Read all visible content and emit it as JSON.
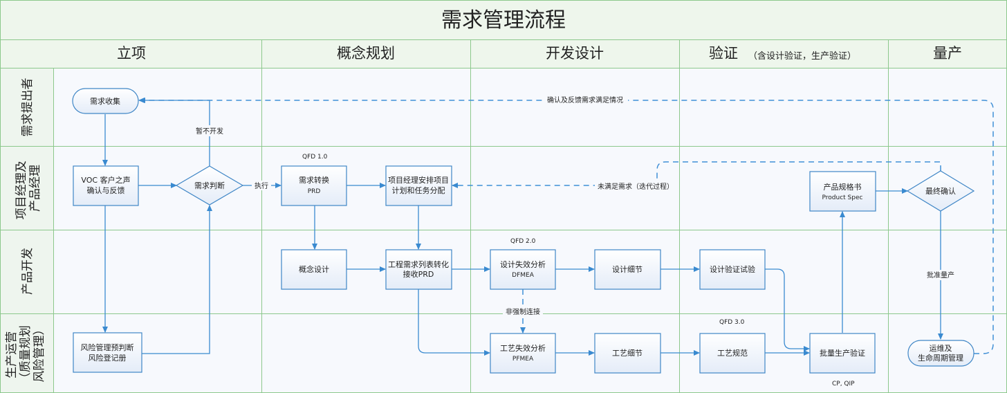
{
  "title": "需求管理流程",
  "phases": [
    "立项",
    "概念规划",
    "开发设计",
    "验证",
    "量产"
  ],
  "phase_note": "（含设计验证，生产验证）",
  "lanes": [
    [
      "需求提出者"
    ],
    [
      "项目经理及",
      "产品经理"
    ],
    [
      "产品开发"
    ],
    [
      "生产运营",
      "（质量规划",
      "风险管理）"
    ]
  ],
  "nodes": {
    "demand_collect": [
      "需求收集"
    ],
    "voc": [
      "VOC 客户之声",
      "确认与反馈"
    ],
    "demand_judge": [
      "需求判断"
    ],
    "risk_prejudge": [
      "风险管理预判断",
      "风险登记册"
    ],
    "demand_convert": [
      "需求转换",
      "PRD"
    ],
    "pm_plan": [
      "项目经理安排项目",
      "计划和任务分配"
    ],
    "concept_design": [
      "概念设计"
    ],
    "eng_req": [
      "工程需求列表转化",
      "接收PRD"
    ],
    "dfmea": [
      "设计失效分析",
      "DFMEA"
    ],
    "design_detail": [
      "设计细节"
    ],
    "design_verify": [
      "设计验证试验"
    ],
    "pfmea": [
      "工艺失效分析",
      "PFMEA"
    ],
    "process_detail": [
      "工艺细节"
    ],
    "process_spec": [
      "工艺规范"
    ],
    "mass_verify": [
      "批量生产验证"
    ],
    "product_spec": [
      "产品规格书",
      "Product Spec"
    ],
    "final_confirm": [
      "最终确认"
    ],
    "ops_lifecycle": [
      "运维及",
      "生命周期管理"
    ]
  },
  "annotations": {
    "qfd1": "QFD 1.0",
    "qfd2": "QFD 2.0",
    "qfd3": "QFD 3.0",
    "cp": "CP, QIP"
  },
  "edge_labels": {
    "pause": "暂不开发",
    "execute": "执行",
    "feedback": "确认及反馈需求满足情况",
    "unmet": "未满足需求（迭代过程）",
    "weak_link": "非强制连接",
    "approve": "批准量产"
  },
  "colors": {
    "grid": "#8cc88c",
    "header_bg": "#eef6ec",
    "lane_header_bg": "#eef5ee",
    "cell_bg": "#f7f9fd",
    "node_border": "#3f86c6",
    "arrow": "#3a8ad0",
    "dashed": "#3f8fd6"
  }
}
